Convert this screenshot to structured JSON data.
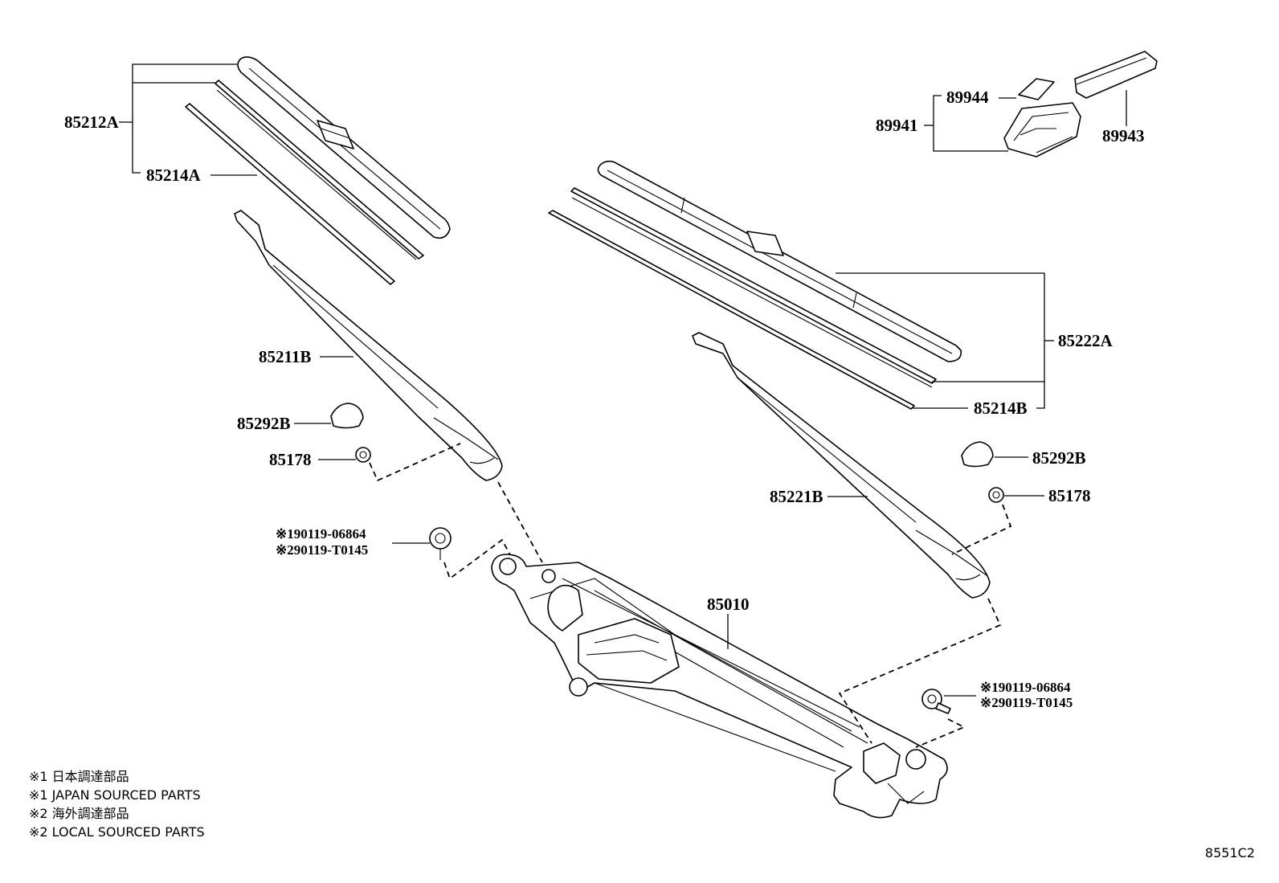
{
  "labels": {
    "p85212A": "85212A",
    "p85214A": "85214A",
    "p85211B": "85211B",
    "p85292B_left": "85292B",
    "p85178_left": "85178",
    "bolt_left_1": "※190119-06864",
    "bolt_left_2": "※290119-T0145",
    "p85010": "85010",
    "p89944": "89944",
    "p89941": "89941",
    "p89943": "89943",
    "p85222A": "85222A",
    "p85214B": "85214B",
    "p85292B_right": "85292B",
    "p85178_right": "85178",
    "p85221B": "85221B",
    "bolt_right_1": "※190119-06864",
    "bolt_right_2": "※290119-T0145"
  },
  "notes": [
    "※1 日本調達部品",
    "※1 JAPAN SOURCED PARTS",
    "※2 海外調達部品",
    "※2 LOCAL SOURCED PARTS"
  ],
  "ref_code": "8551C2"
}
